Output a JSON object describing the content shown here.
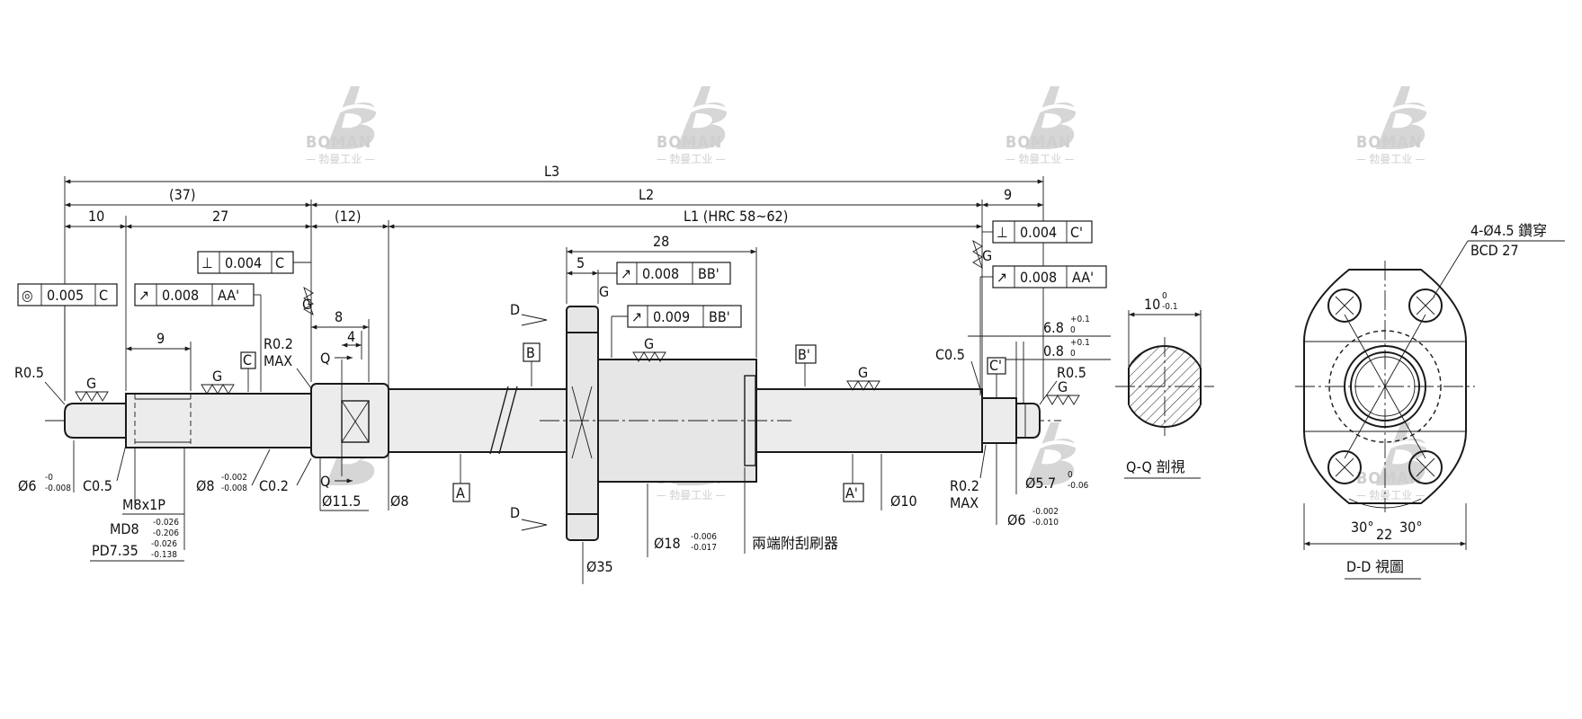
{
  "watermark": {
    "brand": "BOMAN",
    "sub": "— 勃曼工业 —"
  },
  "dims": {
    "L3": "L3",
    "L2": "L2",
    "L1": "L1 (HRC 58~62)",
    "d37": "(37)",
    "d10": "10",
    "d27": "27",
    "d12": "(12)",
    "d9top": "9",
    "d28": "28",
    "d5": "5",
    "d9": "9",
    "d8": "8",
    "d4": "4",
    "R05a": "R0.5",
    "R05b": "R0.5",
    "R02a": "R0.2",
    "MAXa": "MAX",
    "R02b": "R0.2",
    "MAXb": "MAX",
    "C05a": "C0.5",
    "C05b": "C0.5",
    "C02": "C0.2",
    "phi6": "Ø6",
    "phi6tol_up": "-0",
    "phi6tol_lo": "-0.008",
    "M8": "M8x1P",
    "MD8": "MD8",
    "MD8up": "-0.026",
    "MD8lo": "-0.206",
    "PD735": "PD7.35",
    "PD735up": "-0.026",
    "PD735lo": "-0.138",
    "phi8tol": "Ø8",
    "phi8up": "-0.002",
    "phi8lo": "-0.008",
    "phi115": "Ø11.5",
    "phi8": "Ø8",
    "phi35": "Ø35",
    "phi18": "Ø18",
    "phi18up": "-0.006",
    "phi18lo": "-0.017",
    "wiper": "兩端附刮刷器",
    "phi10": "Ø10",
    "phi57": "Ø5.7",
    "phi57up": "0",
    "phi57lo": "-0.06",
    "phi6b": "Ø6",
    "phi6bup": "-0.002",
    "phi6blo": "-0.010",
    "d68": "6.8",
    "d68up": "+0.1",
    "d68lo": "0",
    "d08": "0.8",
    "d08up": "+0.1",
    "d08lo": "0",
    "d10q": "10",
    "d10qup": "0",
    "d10qlo": "-0.1",
    "G": "G",
    "Q": "Q",
    "D": "D",
    "A": "A",
    "Ap": "A'",
    "B": "B",
    "Bp": "B'",
    "C": "C",
    "Cp": "C'",
    "qq": "Q-Q 剖視",
    "dd": "D-D 視圖",
    "holes": "4-Ø4.5 鑽穿",
    "bcd": "BCD 27",
    "a30": "30°",
    "w22": "22"
  },
  "tolerances": [
    {
      "sym": "◎",
      "val": "0.005",
      "ref": "C"
    },
    {
      "sym": "↗",
      "val": "0.008",
      "ref": "AA'"
    },
    {
      "sym": "⊥",
      "val": "0.004",
      "ref": "C"
    },
    {
      "sym": "↗",
      "val": "0.008",
      "ref": "BB'"
    },
    {
      "sym": "↗",
      "val": "0.009",
      "ref": "BB'"
    },
    {
      "sym": "⊥",
      "val": "0.004",
      "ref": "C'"
    },
    {
      "sym": "↗",
      "val": "0.008",
      "ref": "AA'"
    }
  ]
}
